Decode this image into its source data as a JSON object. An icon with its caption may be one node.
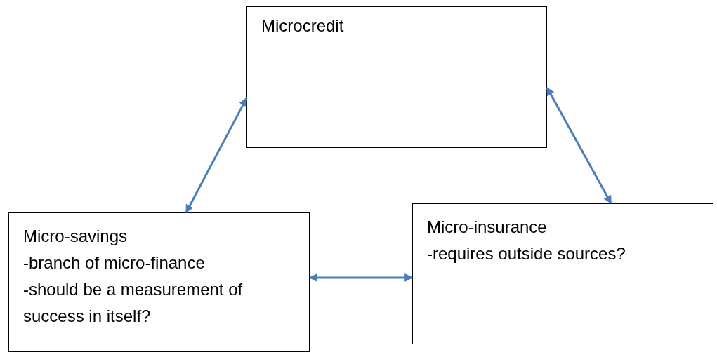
{
  "diagram": {
    "nodes": [
      {
        "text": [
          "Microcredit"
        ]
      },
      {
        "text": [
          "Micro-savings",
          "-branch of micro-finance",
          "-should be a measurement of success in itself?"
        ]
      },
      {
        "text": [
          "Micro-insurance",
          "-requires outside sources?"
        ]
      }
    ],
    "edges": [
      {
        "from": 0,
        "to": 1,
        "arrow": "both"
      },
      {
        "from": 0,
        "to": 2,
        "arrow": "both"
      },
      {
        "from": 1,
        "to": 2,
        "arrow": "both"
      }
    ]
  }
}
